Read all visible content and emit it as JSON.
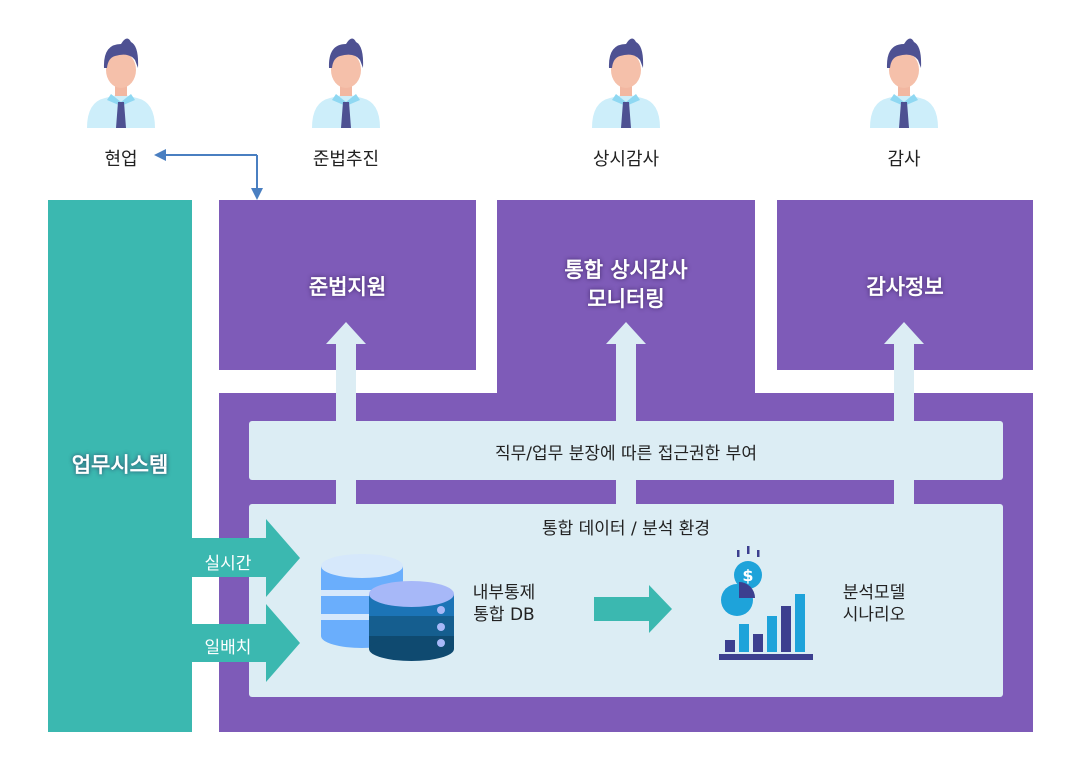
{
  "roles": [
    {
      "label": "현업",
      "icon": "person-icon"
    },
    {
      "label": "준법추진",
      "icon": "person-icon"
    },
    {
      "label": "상시감사",
      "icon": "person-icon"
    },
    {
      "label": "감사",
      "icon": "person-icon"
    }
  ],
  "business_system": {
    "label": "업무시스템"
  },
  "modules": [
    {
      "label": "준법지원"
    },
    {
      "label_line1": "통합 상시감사",
      "label_line2": "모니터링"
    },
    {
      "label": "감사정보"
    }
  ],
  "access_layer": {
    "label": "직무/업무 분장에 따른 접근권한 부여"
  },
  "data_env": {
    "title": "통합 데이터 / 분석 환경",
    "db": {
      "line1": "내부통제",
      "line2": "통합 DB",
      "icon": "database-icon"
    },
    "analysis": {
      "line1": "분석모델",
      "line2": "시나리오",
      "icon": "analytics-chart-icon"
    }
  },
  "feeds": [
    {
      "label": "실시간"
    },
    {
      "label": "일배치"
    }
  ],
  "colors": {
    "teal": "#3bb8b0",
    "purple": "#7e5bb8",
    "light_panel": "#dcedf4",
    "connector_blue": "#4a7fc1"
  }
}
